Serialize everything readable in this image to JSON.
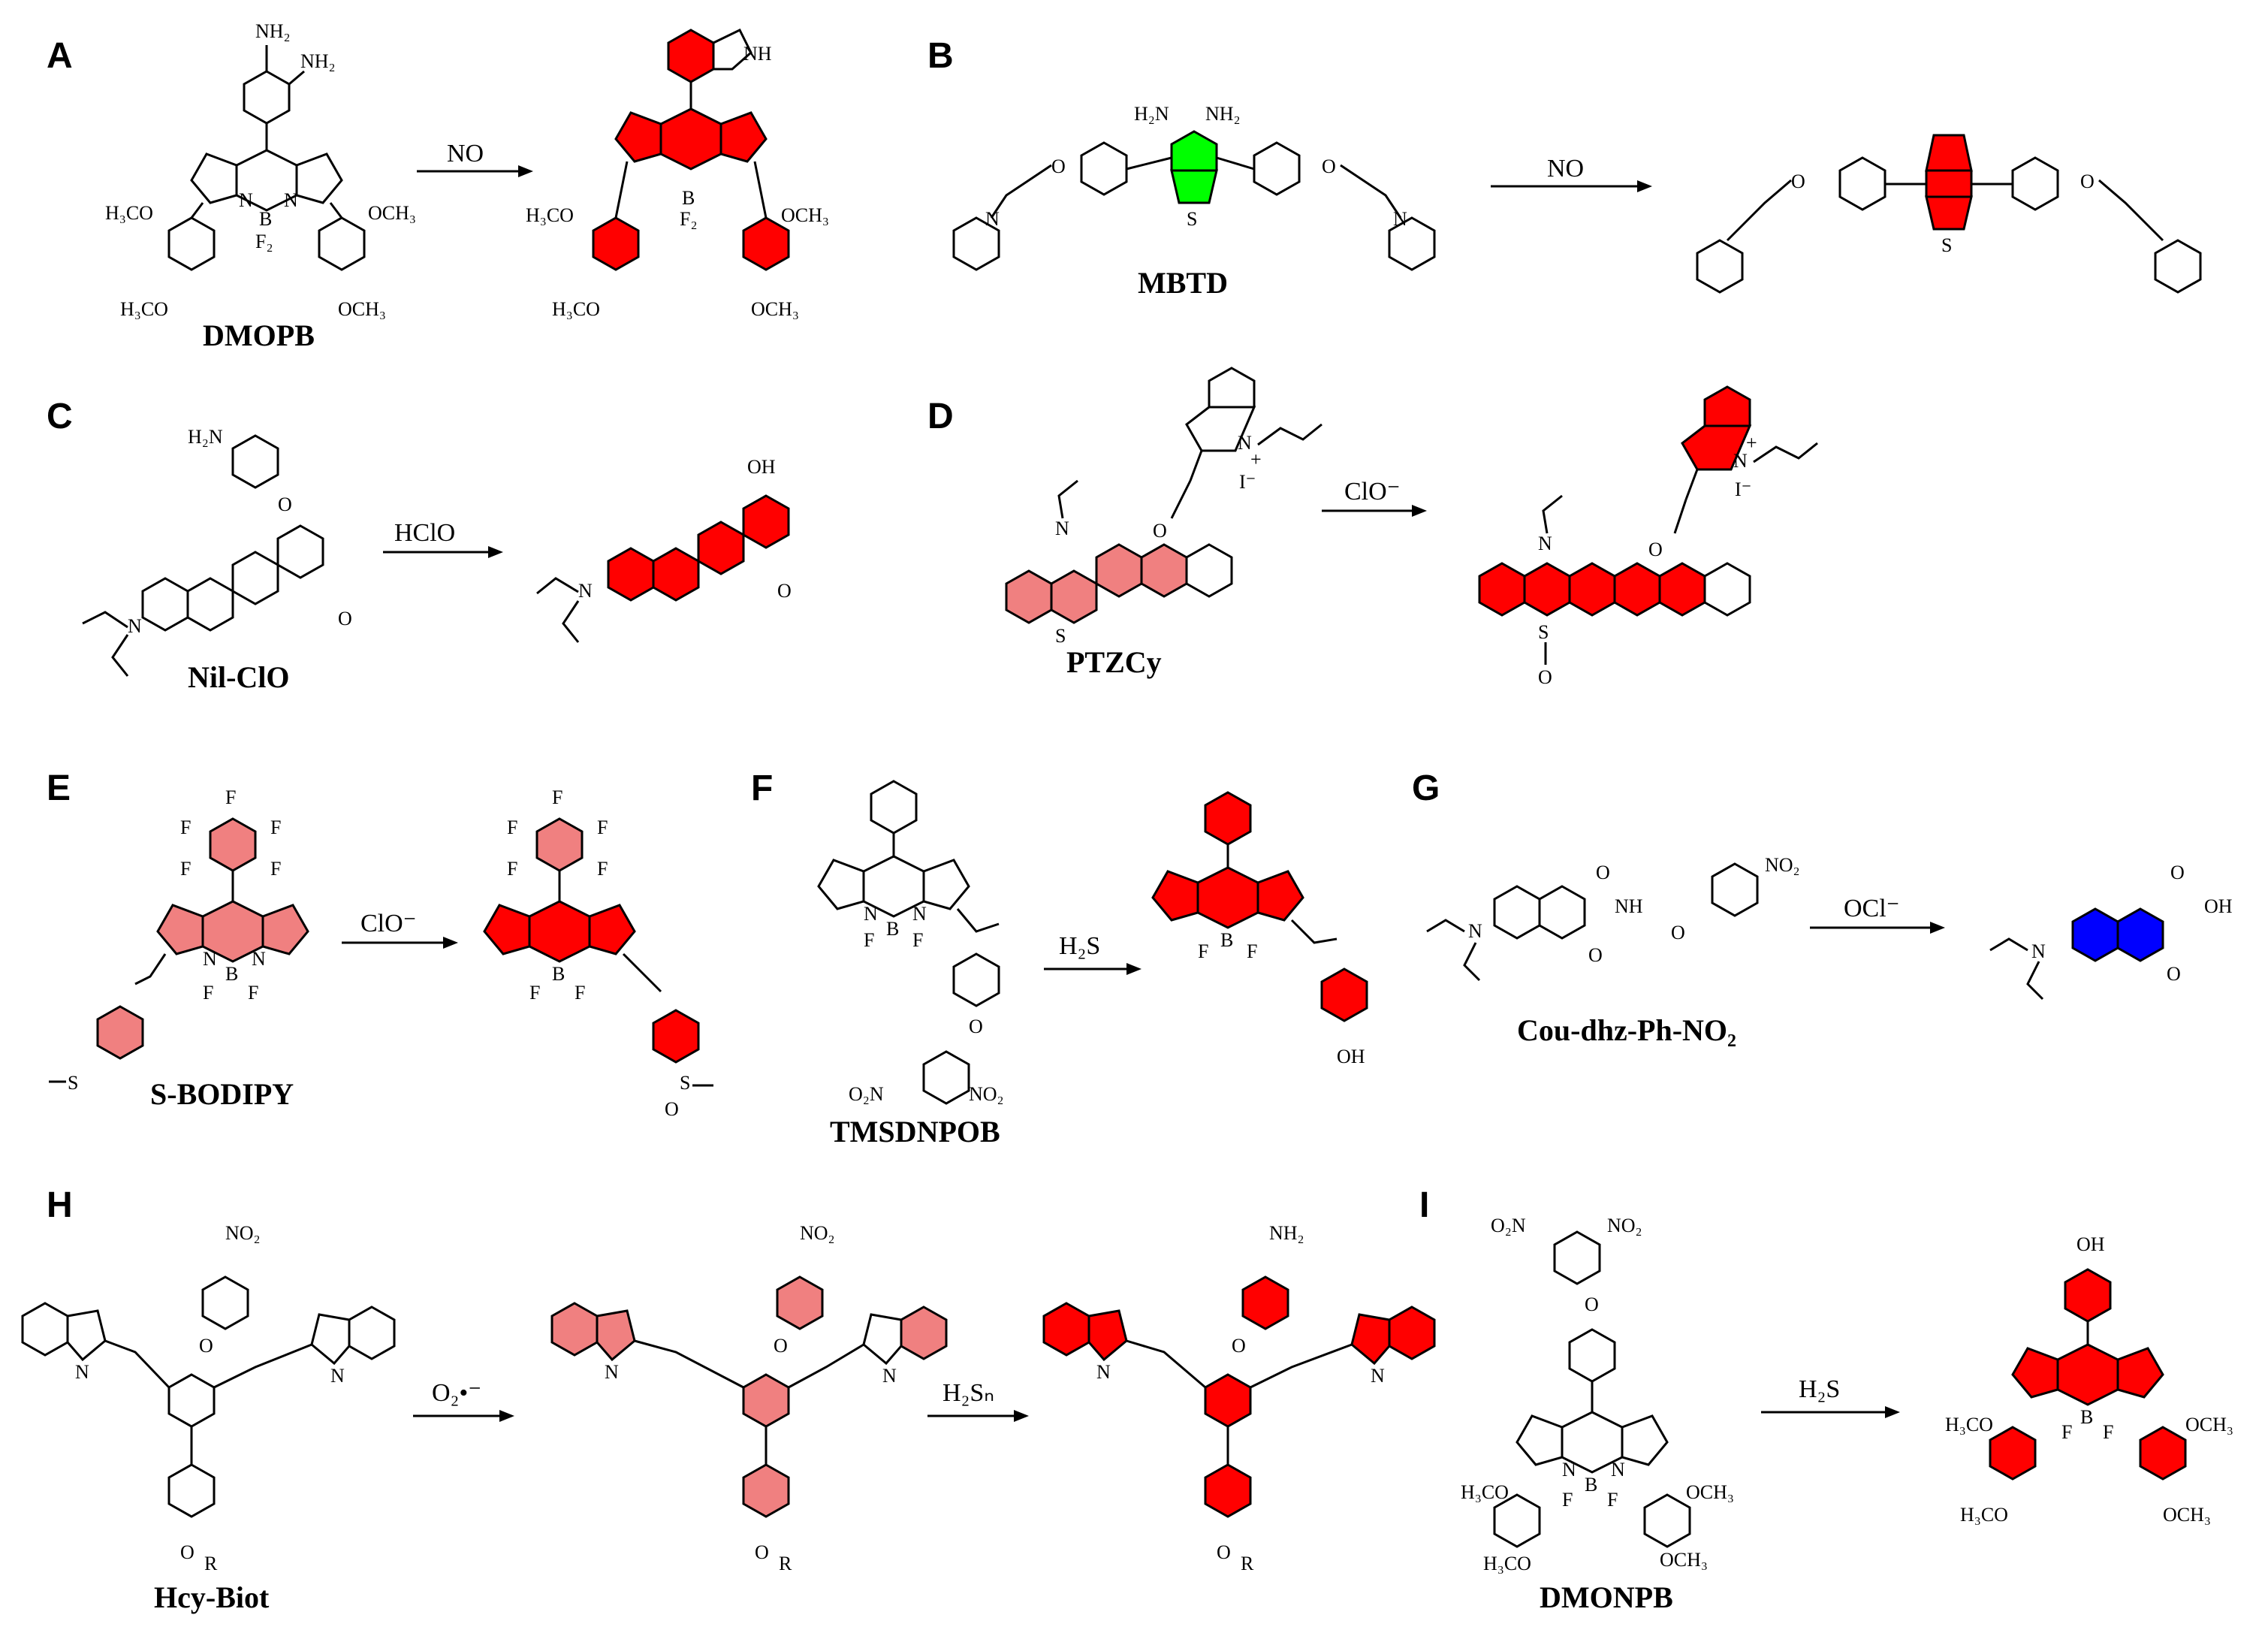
{
  "colors": {
    "red": "#ff0000",
    "pink": "#f08080",
    "green": "#00ff00",
    "blue": "#0000ff",
    "line": "#000000"
  },
  "panels": [
    {
      "letter": "A",
      "compound": "DMOPB",
      "reagent": "NO"
    },
    {
      "letter": "B",
      "compound": "MBTD",
      "reagent": "NO"
    },
    {
      "letter": "C",
      "compound": "Nil-ClO",
      "reagent": "HClO"
    },
    {
      "letter": "D",
      "compound": "PTZCy",
      "reagent": "ClO⁻"
    },
    {
      "letter": "E",
      "compound": "S-BODIPY",
      "reagent": "ClO⁻"
    },
    {
      "letter": "F",
      "compound": "TMSDNPOB",
      "reagent": "H₂S"
    },
    {
      "letter": "G",
      "compound": "Cou-dhz-Ph-NO₂",
      "reagent": "OCl⁻"
    },
    {
      "letter": "H",
      "compound": "Hcy-Biot",
      "reagent": "O₂•⁻",
      "reagent2": "H₂Sₙ"
    },
    {
      "letter": "I",
      "compound": "DMONPB",
      "reagent": "H₂S"
    }
  ],
  "atoms": {
    "nh2": "NH₂",
    "h2n": "H₂N",
    "oh": "OH",
    "nh": "NH",
    "no2": "NO₂",
    "o2n": "O₂N",
    "och3": "OCH₃",
    "h3co": "H₃CO",
    "n": "N",
    "s": "S",
    "o": "O",
    "b": "B",
    "f": "F",
    "f2": "F₂",
    "iminus": "I⁻",
    "plus": "+",
    "minus": "−",
    "r": "R",
    "cooh": "OH"
  }
}
